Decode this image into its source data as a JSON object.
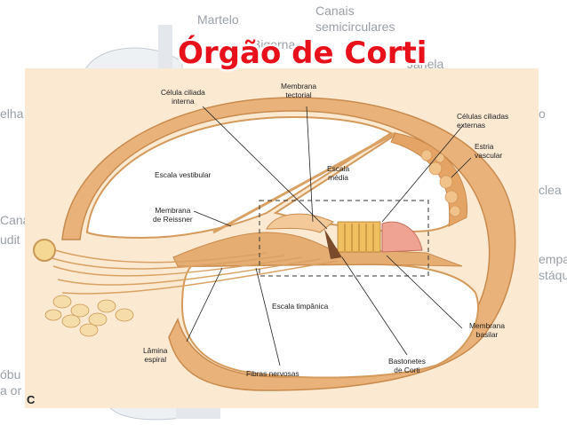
{
  "title": "Órgão de Corti",
  "panel_letter": "C",
  "background_labels": {
    "martelo": "Martelo",
    "canais": "Canais",
    "semicirculares": "semicirculares",
    "bigorna": "Bigorna",
    "janela": "Janela",
    "elha": "elha",
    "o": "o",
    "clea": "clea",
    "cana": "Cana",
    "udit": "udit",
    "empa": "empa",
    "staqu": "stáqu",
    "obu": "óbu",
    "a_or": "a or"
  },
  "labels": {
    "celula_ciliada_interna": [
      "Célula ciliada",
      "interna"
    ],
    "membrana_tectorial": [
      "Membrana",
      "tectorial"
    ],
    "celulas_ciliadas_externas": [
      "Células ciliadas",
      "externas"
    ],
    "estria_vascular": [
      "Estria",
      "vascular"
    ],
    "escala_vestibular": "Escala vestibular",
    "escala_media": [
      "Escala",
      "média"
    ],
    "membrana_de_reissner": [
      "Membrana",
      "de Reissner"
    ],
    "escala_timpanica": "Escala timpânica",
    "membrana_basilar": [
      "Membrana",
      "basilar"
    ],
    "lamina_espiral": [
      "Lâmina",
      "espiral"
    ],
    "bastonetes_de_corti": [
      "Bastonetes",
      "de Corti"
    ],
    "fibras_nervosas": "Fibras nervosas"
  },
  "colors": {
    "title": "#e8101a",
    "panel_bg": "#fbe9d2",
    "tissue": "#e8b47a",
    "tissue_dark": "#c98a4c",
    "membrane": "#d9a264",
    "hair_cells": "#f0c060",
    "pink_cells": "#eea393",
    "dashed_box": "#333333"
  }
}
